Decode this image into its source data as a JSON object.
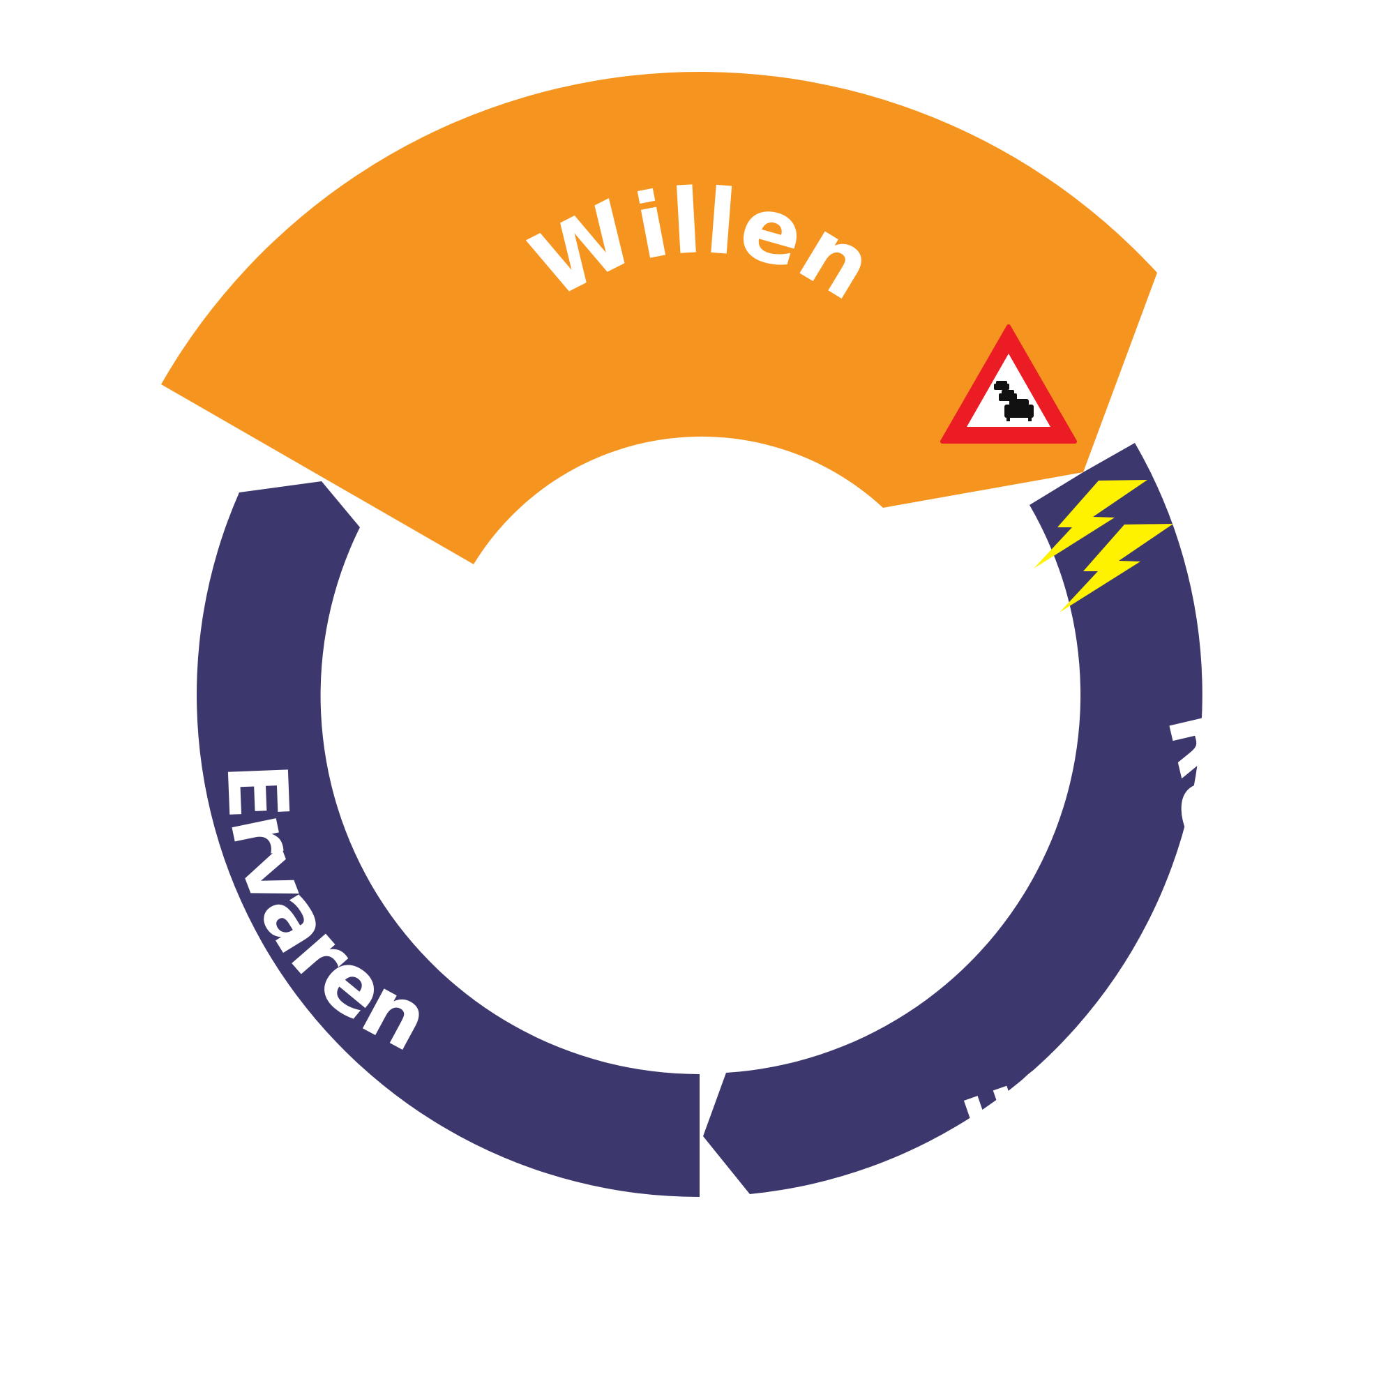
{
  "colors": {
    "background": "#ffffff",
    "willen_segment": "#F5951F",
    "cycle_segments": "#3C386D",
    "label_text": "#ffffff",
    "warning_sign_border": "#EC1C24",
    "warning_sign_fill": "#ffffff",
    "warning_sign_cars": "#111111",
    "lightning": "#FFF200"
  },
  "segments": {
    "willen": {
      "label": "Willen"
    },
    "realiseren": {
      "label": "Realiseren"
    },
    "ervaren": {
      "label": "Ervaren"
    }
  },
  "icons": {
    "warning_sign": "traffic-jam-warning-sign-icon",
    "lightning": "double-lightning-bolt-icon"
  }
}
